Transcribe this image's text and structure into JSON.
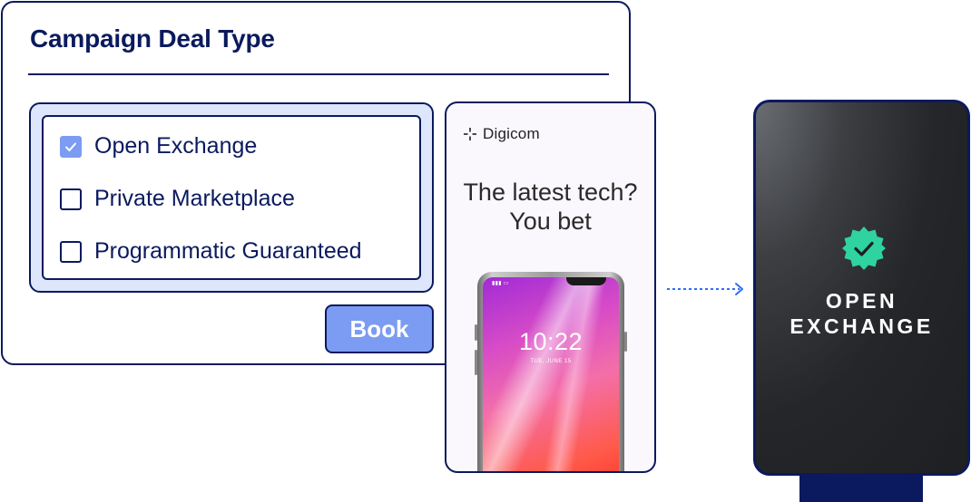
{
  "campaign": {
    "title": "Campaign Deal Type",
    "options": [
      {
        "label": "Open Exchange",
        "checked": true
      },
      {
        "label": "Private Marketplace",
        "checked": false
      },
      {
        "label": "Programmatic Guaranteed",
        "checked": false
      }
    ],
    "book_label": "Book"
  },
  "ad": {
    "brand": "Digicom",
    "headline_line1": "The latest tech?",
    "headline_line2": "You bet",
    "phone_time": "10:22",
    "phone_date": "TUE, JUNE 15"
  },
  "exchange": {
    "line1": "OPEN",
    "line2": "EXCHANGE"
  },
  "colors": {
    "navy": "#0b1a5e",
    "accent_blue": "#7b9cf2",
    "panel_tint": "#dde6fb",
    "badge_green": "#2fd3a0",
    "arrow_blue": "#2f6df5"
  },
  "icons": {
    "check": "check-icon",
    "brand": "digicom-logo-icon",
    "badge": "verified-badge-icon",
    "arrow": "dotted-arrow-icon"
  }
}
